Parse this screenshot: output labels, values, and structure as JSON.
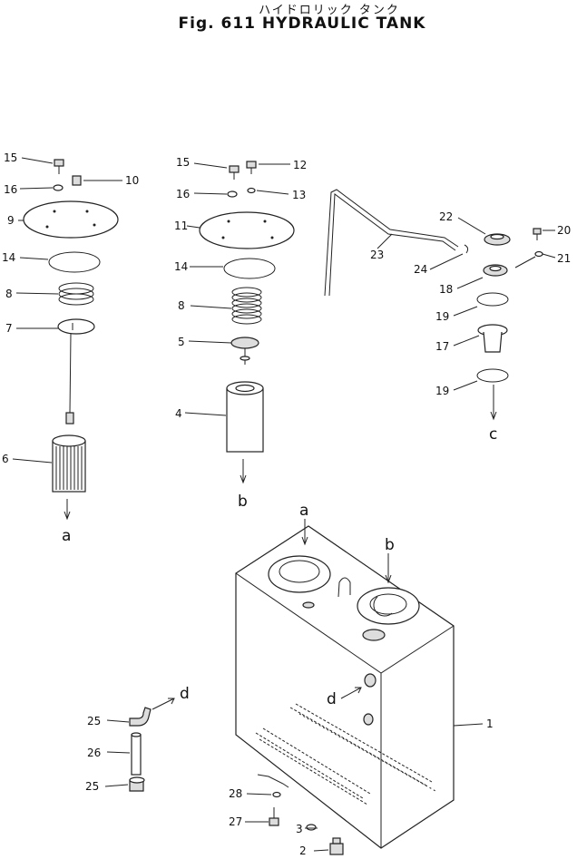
{
  "header": {
    "title_jp": "ハイドロリック タンク",
    "title_en": "Fig. 611 HYDRAULIC TANK"
  },
  "callouts": {
    "n15a": "15",
    "n16a": "16",
    "n10": "10",
    "n9": "9",
    "n14a": "14",
    "n8a": "8",
    "n7": "7",
    "n6": "6",
    "n15b": "15",
    "n12": "12",
    "n16b": "16",
    "n13": "13",
    "n11": "11",
    "n14b": "14",
    "n8b": "8",
    "n5": "5",
    "n4": "4",
    "n23": "23",
    "n22": "22",
    "n20": "20",
    "n24": "24",
    "n21": "21",
    "n18": "18",
    "n19a": "19",
    "n17": "17",
    "n19b": "19",
    "n1": "1",
    "n25a": "25",
    "n26": "26",
    "n25b": "25",
    "n28": "28",
    "n27": "27",
    "n3": "3",
    "n2": "2"
  },
  "connectors": {
    "a1": "a",
    "b1": "b",
    "c1": "c",
    "d1": "d",
    "a2": "a",
    "b2": "b",
    "d2": "d"
  }
}
